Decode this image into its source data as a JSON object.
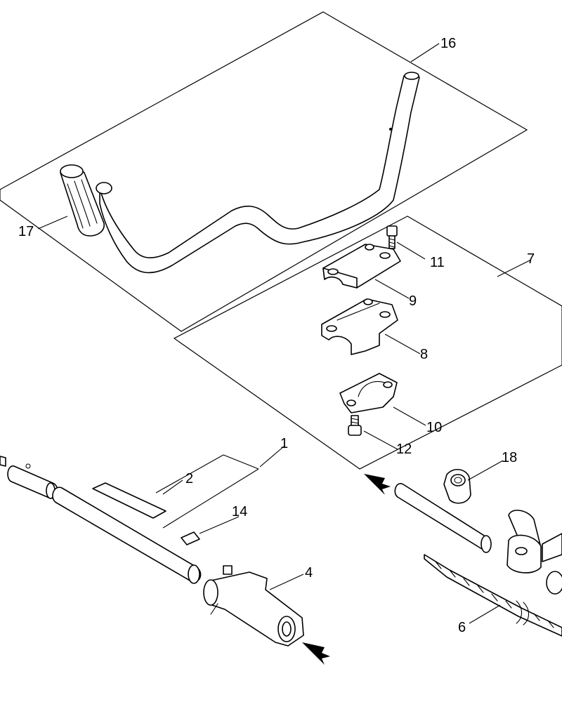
{
  "callouts": {
    "c1": "1",
    "c2": "2",
    "c4": "4",
    "c6": "6",
    "c7": "7",
    "c8": "8",
    "c9": "9",
    "c10": "10",
    "c11": "11",
    "c12": "12",
    "c14": "14",
    "c16": "16",
    "c17": "17",
    "c18": "18"
  },
  "colors": {
    "line": "#000000",
    "background": "#ffffff"
  }
}
